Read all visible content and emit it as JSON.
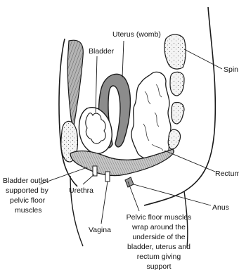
{
  "labels": {
    "uterus": "Uterus (womb)",
    "bladder": "Bladder",
    "spine": "Spin",
    "rectum": "Rectum",
    "anus": "Anus",
    "urethra": "Urethra",
    "vagina": "Vagina",
    "bladder_outlet": [
      "Bladder outlet",
      "supported by",
      "pelvic floor",
      "muscles"
    ],
    "pelvic_floor": [
      "Pelvic floor muscles",
      "wrap around the",
      "underside of the",
      "bladder, uterus and",
      "rectum giving",
      "support"
    ]
  },
  "colors": {
    "line": "#1a1a1a",
    "muscle_fill": "#9a9a9a",
    "uterus_fill": "#8c8c8c",
    "bone_fill": "#e8e8e8",
    "background": "#ffffff"
  }
}
